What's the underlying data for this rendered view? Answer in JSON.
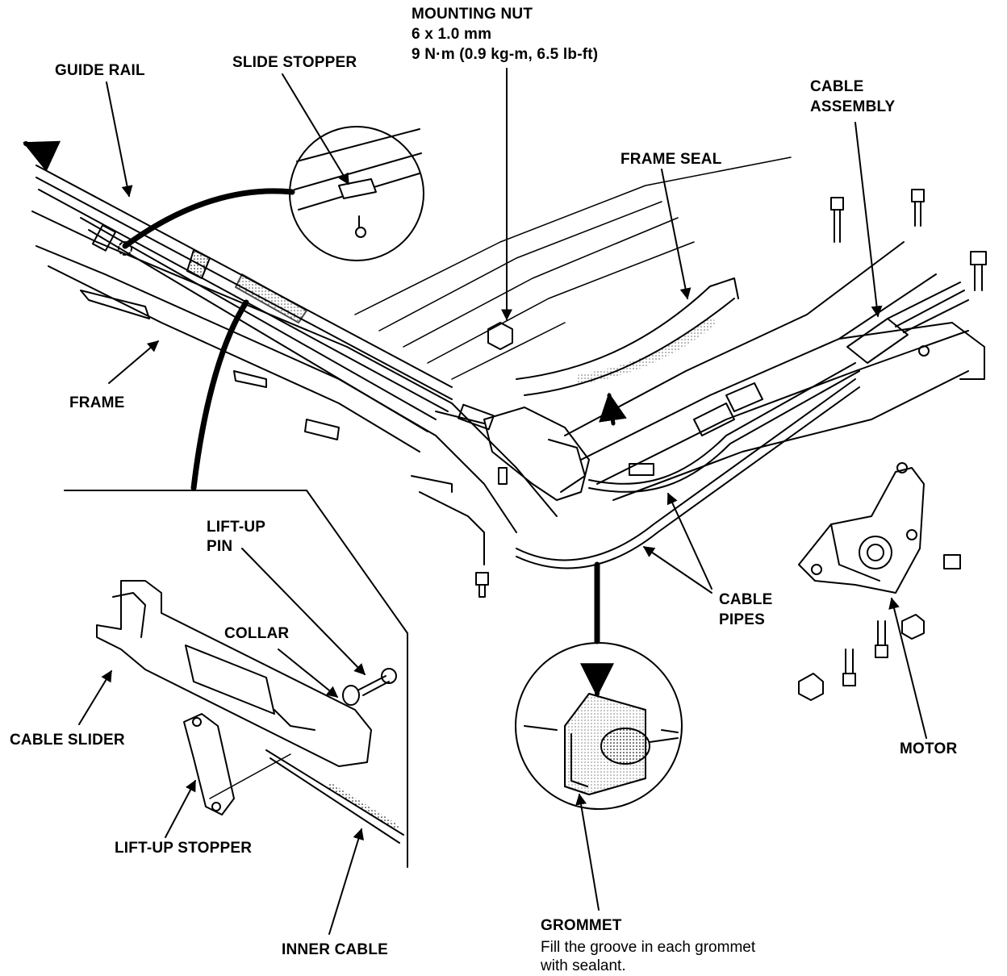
{
  "labels": {
    "mounting_nut": {
      "title": "MOUNTING NUT",
      "size": "6 x 1.0 mm",
      "torque": "9 N·m (0.9 kg-m, 6.5 lb-ft)"
    },
    "guide_rail": "GUIDE RAIL",
    "slide_stopper": "SLIDE STOPPER",
    "cable_assembly_line1": "CABLE",
    "cable_assembly_line2": "ASSEMBLY",
    "frame_seal": "FRAME SEAL",
    "frame": "FRAME",
    "lift_up_pin_line1": "LIFT-UP",
    "lift_up_pin_line2": "PIN",
    "collar": "COLLAR",
    "cable_slider": "CABLE SLIDER",
    "lift_up_stopper": "LIFT-UP STOPPER",
    "inner_cable": "INNER CABLE",
    "cable_pipes_line1": "CABLE",
    "cable_pipes_line2": "PIPES",
    "motor": "MOTOR",
    "grommet": {
      "title": "GROMMET",
      "note_line1": "Fill the groove in each grommet",
      "note_line2": "with sealant."
    }
  }
}
